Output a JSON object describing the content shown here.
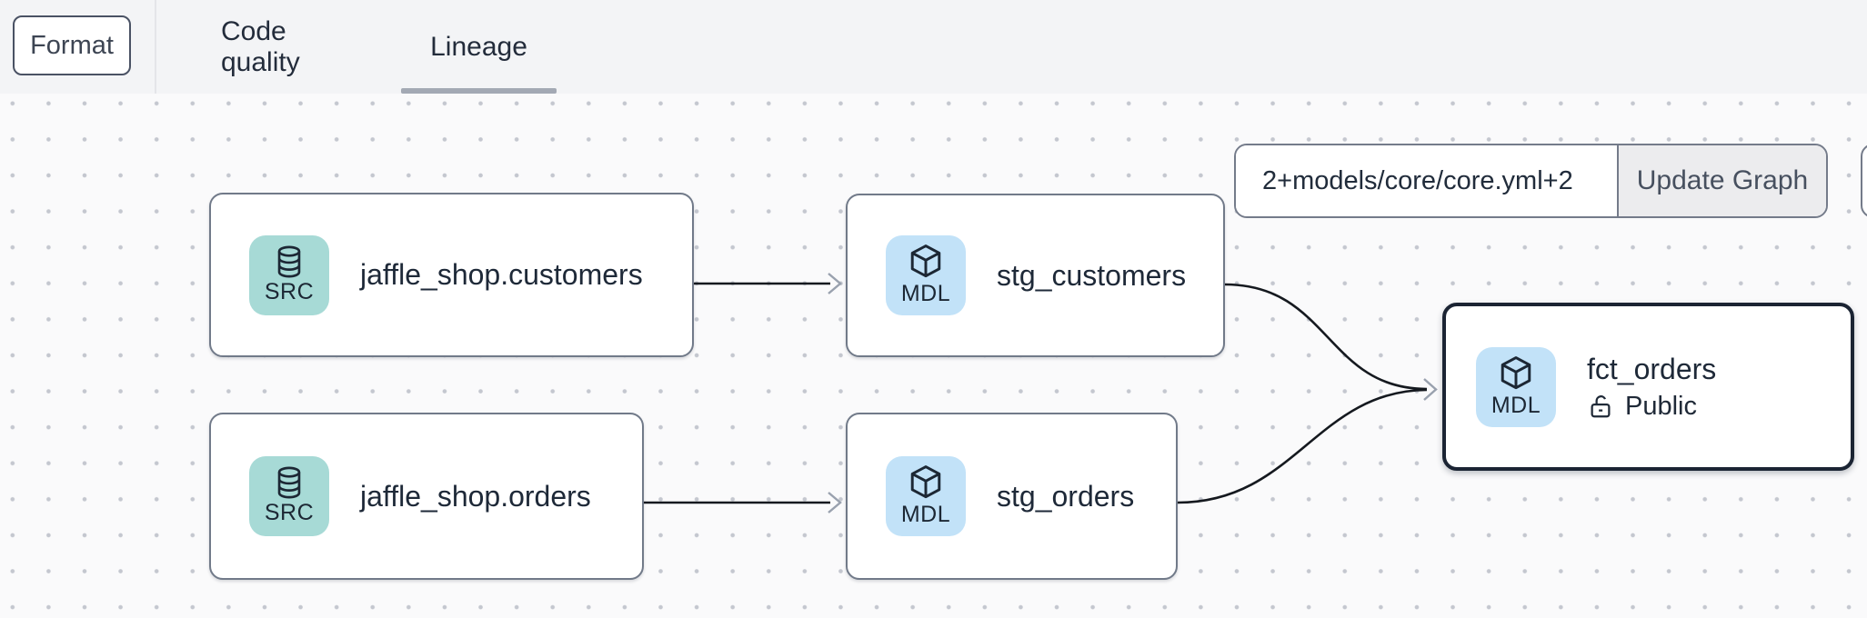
{
  "topbar": {
    "format_label": "Format",
    "tabs": [
      {
        "label": "Code quality",
        "active": false
      },
      {
        "label": "Lineage",
        "active": true
      }
    ]
  },
  "controls": {
    "selector_value": "2+models/core/core.yml+2",
    "update_button_label": "Update Graph"
  },
  "canvas": {
    "nodes": [
      {
        "title": "jaffle_shop.customers",
        "badge": "SRC",
        "icon": "database-icon",
        "type": "source"
      },
      {
        "title": "stg_customers",
        "badge": "MDL",
        "icon": "cube-icon",
        "type": "model"
      },
      {
        "title": "jaffle_shop.orders",
        "badge": "SRC",
        "icon": "database-icon",
        "type": "source"
      },
      {
        "title": "stg_orders",
        "badge": "MDL",
        "icon": "cube-icon",
        "type": "model"
      },
      {
        "title": "fct_orders",
        "badge": "MDL",
        "icon": "cube-icon",
        "type": "model",
        "access": "Public",
        "selected": true
      }
    ],
    "edges": [
      {
        "from": "jaffle_shop.customers",
        "to": "stg_customers"
      },
      {
        "from": "jaffle_shop.orders",
        "to": "stg_orders"
      },
      {
        "from": "stg_customers",
        "to": "fct_orders"
      },
      {
        "from": "stg_orders",
        "to": "fct_orders"
      }
    ]
  },
  "colors": {
    "topbar_bg": "#f3f4f6",
    "canvas_bg": "#fafafb",
    "dot_grid": "#c4c7cf",
    "node_border": "#717a89",
    "selected_node_border": "#1b2433",
    "src_badge_bg": "#a7dad6",
    "mdl_badge_bg": "#c2e2f8",
    "edge_stroke": "#15191f",
    "arrowhead": "#99a1ae",
    "tab_indicator": "#a3a9b4",
    "update_btn_bg": "#ececee"
  }
}
